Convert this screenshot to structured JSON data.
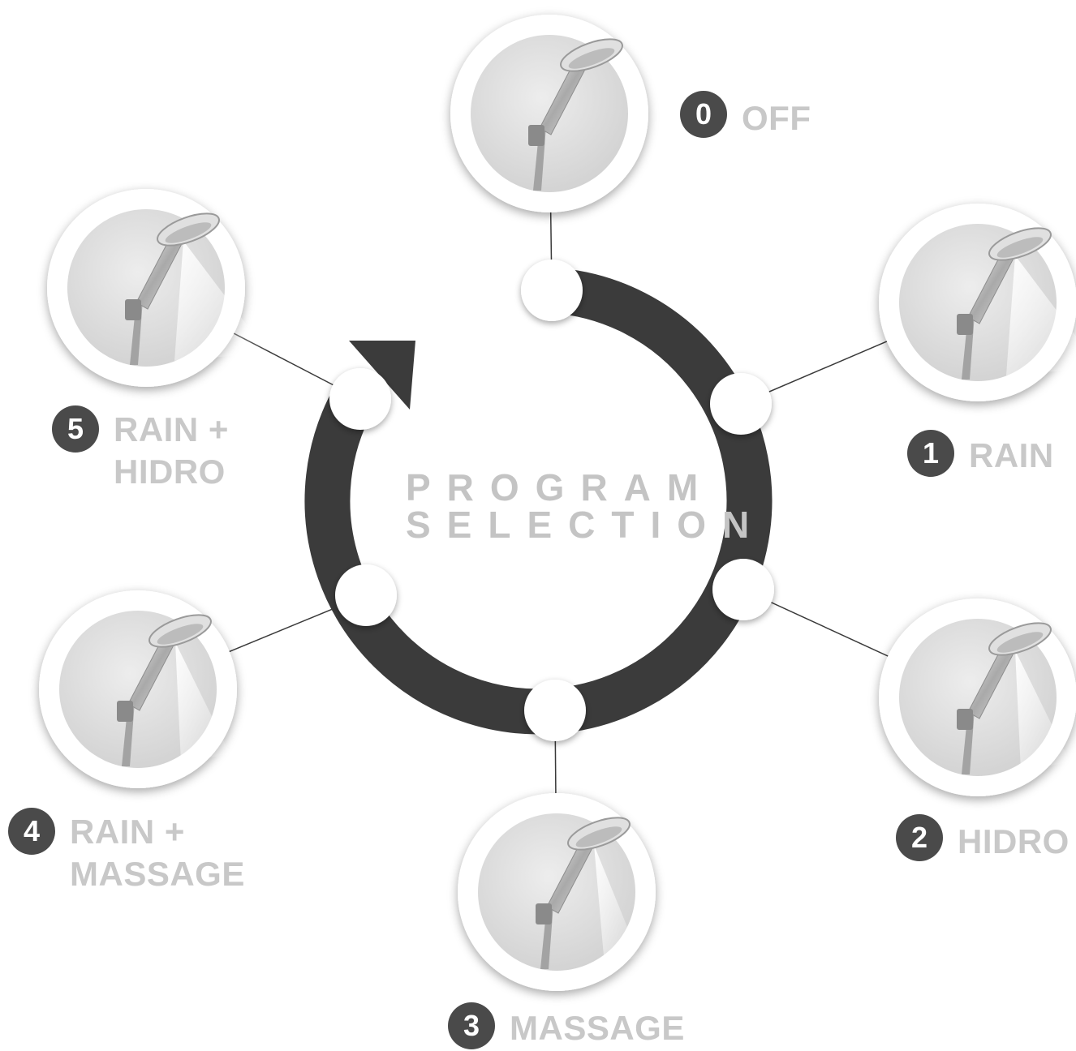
{
  "center": {
    "line1": "PROGRAM",
    "line2": "SELECTION"
  },
  "colors": {
    "ring": "#3b3b3b",
    "badge": "#4a4a4a",
    "label": "#c8c8c8",
    "connector": "#3a3a3a"
  },
  "programs": [
    {
      "number": "0",
      "name": "OFF",
      "icon": "shower-head-off-icon"
    },
    {
      "number": "1",
      "name": "RAIN",
      "icon": "shower-head-rain-icon"
    },
    {
      "number": "2",
      "name": "HIDRO",
      "icon": "shower-head-hidro-icon"
    },
    {
      "number": "3",
      "name": "MASSAGE",
      "icon": "shower-head-massage-icon"
    },
    {
      "number": "4",
      "name": "RAIN +\nMASSAGE",
      "icon": "shower-head-rain-massage-icon"
    },
    {
      "number": "5",
      "name": "RAIN +\nHIDRO",
      "icon": "shower-head-rain-hidro-icon"
    }
  ]
}
